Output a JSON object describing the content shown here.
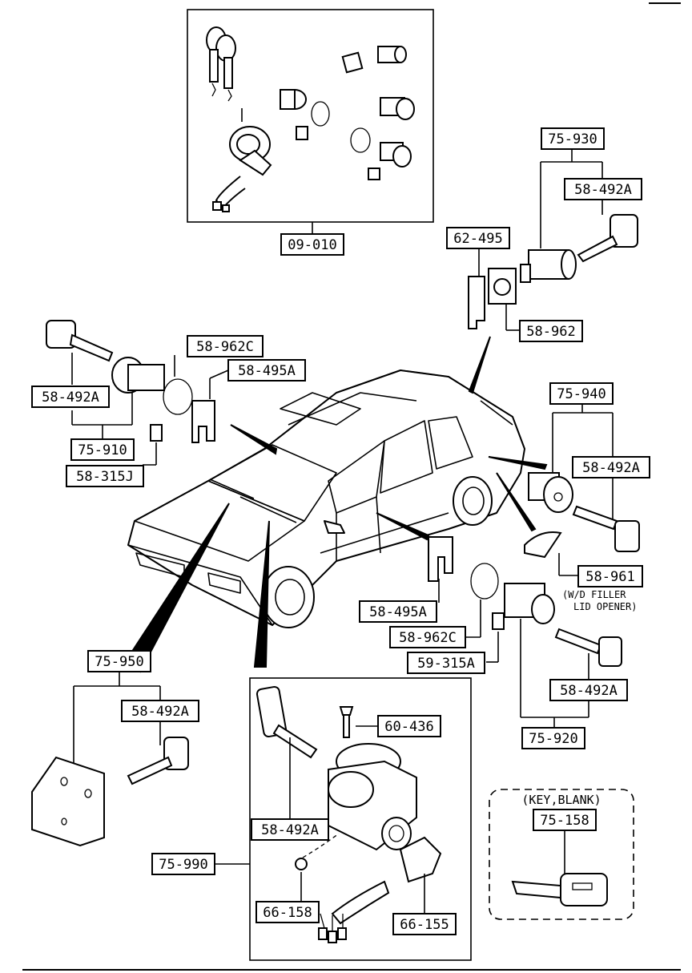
{
  "labels": {
    "kit_09_010": "09-010",
    "lock_75_930": "75-930",
    "key_58_492a_top": "58-492A",
    "part_62_495": "62-495",
    "part_58_962": "58-962",
    "key_58_492a_left": "58-492A",
    "ring_58_962c_top": "58-962C",
    "rod_58_495a_top": "58-495A",
    "lock_75_910": "75-910",
    "clip_58_315j": "58-315J",
    "lock_75_940": "75-940",
    "key_58_492a_right": "58-492A",
    "part_58_961": "58-961",
    "rod_58_495a_mid": "58-495A",
    "ring_58_962c_mid": "58-962C",
    "clip_59_315a": "59-315A",
    "key_58_492a_lowright": "58-492A",
    "lock_75_920": "75-920",
    "lock_75_950": "75-950",
    "key_58_492a_lowleft": "58-492A",
    "screw_60_436": "60-436",
    "key_58_492a_ignition": "58-492A",
    "switch_75_990": "75-990",
    "ring_66_158": "66-158",
    "switch_66_155": "66-155",
    "key_blank_75_158": "75-158"
  },
  "notes": {
    "wd_filler_line1": "(W/D FILLER",
    "wd_filler_line2": "LID OPENER)",
    "key_blank": "(KEY,BLANK)"
  }
}
